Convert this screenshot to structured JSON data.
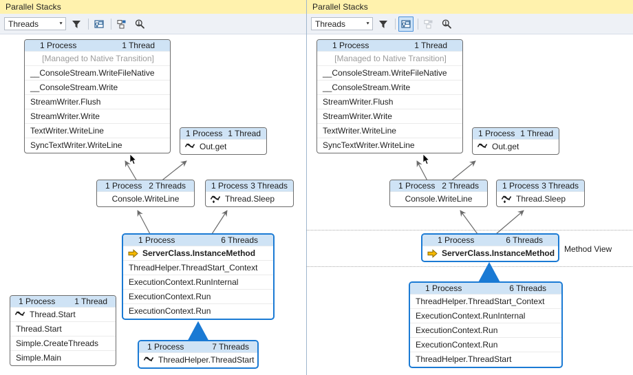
{
  "panels": [
    {
      "title": "Parallel Stacks",
      "toolbar": {
        "combo_value": "Threads",
        "combo_options": [
          "Threads",
          "Tasks"
        ],
        "icons": [
          {
            "name": "filter-icon",
            "label": "Toggle Filter",
            "state": "normal"
          },
          {
            "name": "method-view-icon",
            "label": "Toggle Method View",
            "state": "normal"
          },
          {
            "name": "auto-scroll-icon",
            "label": "Auto Scroll to Current Stack Frame",
            "state": "normal"
          },
          {
            "name": "zoom-icon",
            "label": "Zoom Control",
            "state": "normal"
          }
        ]
      },
      "method_view_label": null,
      "boxes": [
        {
          "id": "box-native-transition",
          "process": "1 Process",
          "threads": "1 Thread",
          "highlighted": false,
          "frames": [
            {
              "text": "[Managed to Native Transition]",
              "dim": true,
              "icon": null,
              "bold": false
            },
            {
              "text": "__ConsoleStream.WriteFileNative",
              "dim": false,
              "icon": null,
              "bold": false
            },
            {
              "text": "__ConsoleStream.Write",
              "dim": false,
              "icon": null,
              "bold": false
            },
            {
              "text": "StreamWriter.Flush",
              "dim": false,
              "icon": null,
              "bold": false
            },
            {
              "text": "StreamWriter.Write",
              "dim": false,
              "icon": null,
              "bold": false
            },
            {
              "text": "TextWriter.WriteLine",
              "dim": false,
              "icon": null,
              "bold": false
            },
            {
              "text": "SyncTextWriter.WriteLine",
              "dim": false,
              "icon": null,
              "bold": false
            }
          ]
        },
        {
          "id": "box-out-get",
          "process": "1 Process",
          "threads": "1 Thread",
          "highlighted": false,
          "frames": [
            {
              "text": "Out.get",
              "dim": false,
              "icon": "threads-wavy-icon",
              "bold": false
            }
          ]
        },
        {
          "id": "box-console-writeline",
          "process": "1 Process",
          "threads": "2 Threads",
          "highlighted": false,
          "frames": [
            {
              "text": "Console.WriteLine",
              "dim": false,
              "icon": null,
              "bold": false
            }
          ]
        },
        {
          "id": "box-thread-sleep",
          "process": "1 Process",
          "threads": "3 Threads",
          "highlighted": false,
          "frames": [
            {
              "text": "Thread.Sleep",
              "dim": false,
              "icon": "threads-wavy-multi-icon",
              "bold": false
            }
          ]
        },
        {
          "id": "box-serverclass",
          "process": "1 Process",
          "threads": "6 Threads",
          "highlighted": true,
          "frames": [
            {
              "text": "ServerClass.InstanceMethod",
              "dim": false,
              "icon": "current-frame-arrow-icon",
              "bold": true
            },
            {
              "text": "ThreadHelper.ThreadStart_Context",
              "dim": false,
              "icon": null,
              "bold": false
            },
            {
              "text": "ExecutionContext.RunInternal",
              "dim": false,
              "icon": null,
              "bold": false
            },
            {
              "text": "ExecutionContext.Run",
              "dim": false,
              "icon": null,
              "bold": false
            },
            {
              "text": "ExecutionContext.Run",
              "dim": false,
              "icon": null,
              "bold": false
            }
          ]
        },
        {
          "id": "box-thread-start",
          "process": "1 Process",
          "threads": "1 Thread",
          "highlighted": false,
          "frames": [
            {
              "text": "Thread.Start",
              "dim": false,
              "icon": "threads-wavy-icon",
              "bold": false
            },
            {
              "text": "Thread.Start",
              "dim": false,
              "icon": null,
              "bold": false
            },
            {
              "text": "Simple.CreateThreads",
              "dim": false,
              "icon": null,
              "bold": false
            },
            {
              "text": "Simple.Main",
              "dim": false,
              "icon": null,
              "bold": false
            }
          ]
        },
        {
          "id": "box-threadhelper-threadstart",
          "process": "1 Process",
          "threads": "7 Threads",
          "highlighted": true,
          "frames": [
            {
              "text": "ThreadHelper.ThreadStart",
              "dim": false,
              "icon": "threads-wavy-icon",
              "bold": false
            }
          ]
        }
      ]
    },
    {
      "title": "Parallel Stacks",
      "toolbar": {
        "combo_value": "Threads",
        "combo_options": [
          "Threads",
          "Tasks"
        ],
        "icons": [
          {
            "name": "filter-icon",
            "label": "Toggle Filter",
            "state": "normal"
          },
          {
            "name": "method-view-icon",
            "label": "Toggle Method View",
            "state": "selected"
          },
          {
            "name": "auto-scroll-icon",
            "label": "Auto Scroll to Current Stack Frame",
            "state": "disabled"
          },
          {
            "name": "zoom-icon",
            "label": "Zoom Control",
            "state": "normal"
          }
        ]
      },
      "method_view_label": "Method View",
      "boxes": [
        {
          "id": "box-native-transition",
          "process": "1 Process",
          "threads": "1 Thread",
          "highlighted": false,
          "frames": [
            {
              "text": "[Managed to Native Transition]",
              "dim": true,
              "icon": null,
              "bold": false
            },
            {
              "text": "__ConsoleStream.WriteFileNative",
              "dim": false,
              "icon": null,
              "bold": false
            },
            {
              "text": "__ConsoleStream.Write",
              "dim": false,
              "icon": null,
              "bold": false
            },
            {
              "text": "StreamWriter.Flush",
              "dim": false,
              "icon": null,
              "bold": false
            },
            {
              "text": "StreamWriter.Write",
              "dim": false,
              "icon": null,
              "bold": false
            },
            {
              "text": "TextWriter.WriteLine",
              "dim": false,
              "icon": null,
              "bold": false
            },
            {
              "text": "SyncTextWriter.WriteLine",
              "dim": false,
              "icon": null,
              "bold": false
            }
          ]
        },
        {
          "id": "box-out-get",
          "process": "1 Process",
          "threads": "1 Thread",
          "highlighted": false,
          "frames": [
            {
              "text": "Out.get",
              "dim": false,
              "icon": "threads-wavy-icon",
              "bold": false
            }
          ]
        },
        {
          "id": "box-console-writeline",
          "process": "1 Process",
          "threads": "2 Threads",
          "highlighted": false,
          "frames": [
            {
              "text": "Console.WriteLine",
              "dim": false,
              "icon": null,
              "bold": false
            }
          ]
        },
        {
          "id": "box-thread-sleep",
          "process": "1 Process",
          "threads": "3 Threads",
          "highlighted": false,
          "frames": [
            {
              "text": "Thread.Sleep",
              "dim": false,
              "icon": "threads-wavy-multi-icon",
              "bold": false
            }
          ]
        },
        {
          "id": "box-serverclass",
          "process": "1 Process",
          "threads": "6 Threads",
          "highlighted": true,
          "frames": [
            {
              "text": "ServerClass.InstanceMethod",
              "dim": false,
              "icon": "current-frame-arrow-icon",
              "bold": true
            }
          ]
        },
        {
          "id": "box-callers",
          "process": "1 Process",
          "threads": "6 Threads",
          "highlighted": true,
          "frames": [
            {
              "text": "ThreadHelper.ThreadStart_Context",
              "dim": false,
              "icon": null,
              "bold": false
            },
            {
              "text": "ExecutionContext.RunInternal",
              "dim": false,
              "icon": null,
              "bold": false
            },
            {
              "text": "ExecutionContext.Run",
              "dim": false,
              "icon": null,
              "bold": false
            },
            {
              "text": "ExecutionContext.Run",
              "dim": false,
              "icon": null,
              "bold": false
            },
            {
              "text": "ThreadHelper.ThreadStart",
              "dim": false,
              "icon": null,
              "bold": false
            }
          ]
        }
      ]
    }
  ],
  "colors": {
    "title_bar": "#fff2ad",
    "toolbar": "#eef1f6",
    "box_header": "#cfe3f5",
    "box_border": "#6c6c6c",
    "highlight_border": "#1a7ad4",
    "connector": "#6b6b6b",
    "current_frame_arrow": "#f5b800",
    "dim_text": "#9b9b9b"
  }
}
